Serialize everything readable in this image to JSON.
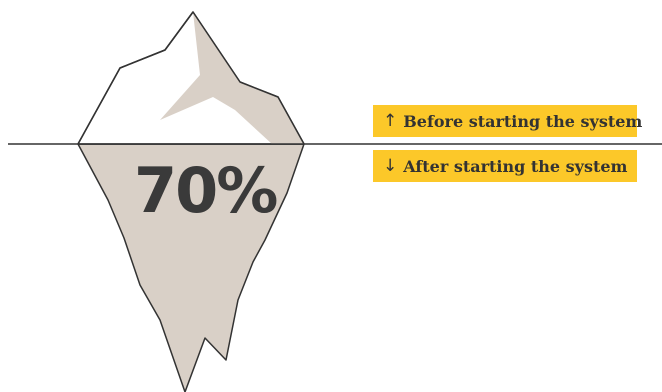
{
  "diagram": {
    "percentage_label": "70%",
    "colors": {
      "tip_fill": "#ffffff",
      "tip_shadow": "#d9d0c7",
      "submerged_fill": "#d9d0c7",
      "outline": "#333333",
      "waterline": "#333333",
      "legend_background": "#fcc829"
    }
  },
  "legend": {
    "before": {
      "arrow": "↑",
      "label": "Before starting the system"
    },
    "after": {
      "arrow": "↓",
      "label": "After starting the system"
    }
  }
}
